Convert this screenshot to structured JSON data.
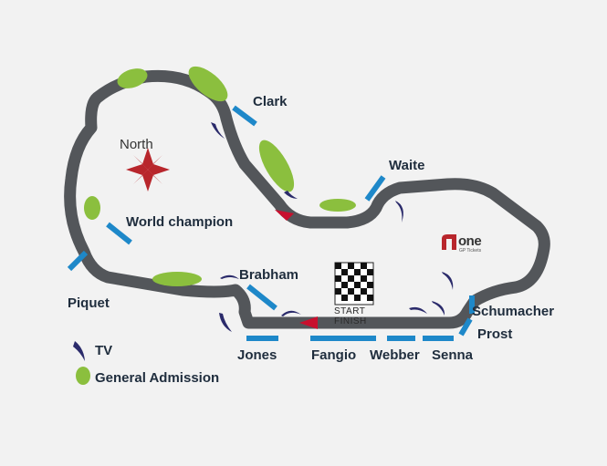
{
  "compass": {
    "label": "North"
  },
  "grandstands": [
    "Clark",
    "Waite",
    "World champion",
    "Piquet",
    "Brabham",
    "Schumacher",
    "Prost",
    "Jones",
    "Fangio",
    "Webber",
    "Senna"
  ],
  "start_finish": {
    "line1": "START",
    "line2": "FINISH"
  },
  "logo": {
    "name": "one",
    "subtitle": "GP Tickets"
  },
  "legend": [
    {
      "label": "TV"
    },
    {
      "label": "General Admission"
    }
  ],
  "colors": {
    "track": "#53565a",
    "grandstand": "#1e88c9",
    "general_admission": "#8bbf3e",
    "tv": "#2b2b6b",
    "compass": "#b8262c",
    "direction_arrow": "#c8102e",
    "background": "#f2f2f2"
  }
}
